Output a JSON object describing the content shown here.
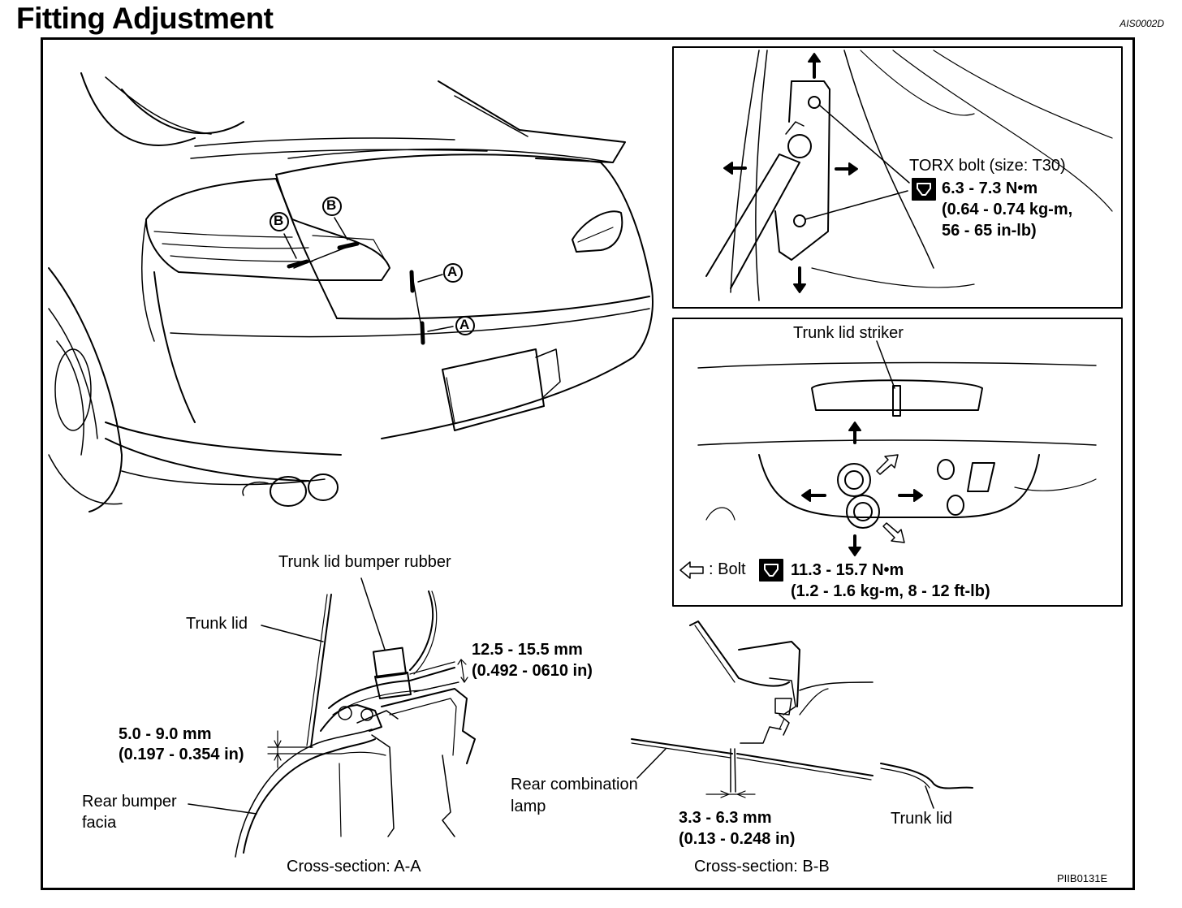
{
  "page": {
    "title": "Fitting Adjustment",
    "ref_code": "AIS0002D",
    "figure_code": "PIIB0131E"
  },
  "main_view": {
    "marker_a": "A",
    "marker_b": "B"
  },
  "torx_panel": {
    "bolt_label": "TORX bolt (size: T30)",
    "torque_line1": "6.3 - 7.3 N•m",
    "torque_line2": "(0.64 - 0.74 kg-m,",
    "torque_line3": "56 - 65 in-lb)",
    "wrench_icon": "torque-wrench-icon"
  },
  "striker_panel": {
    "striker_label": "Trunk lid striker",
    "bolt_legend": ": Bolt",
    "torque_line1": "11.3 - 15.7 N•m",
    "torque_line2": "(1.2 - 1.6 kg-m, 8 - 12 ft-lb)",
    "wrench_icon": "torque-wrench-icon",
    "arrow_icon": "hollow-arrow-left-icon"
  },
  "section_aa": {
    "bumper_rubber_label": "Trunk lid bumper rubber",
    "trunk_lid_label": "Trunk lid",
    "gap_upper_line1": "12.5 - 15.5 mm",
    "gap_upper_line2": "(0.492 - 0610 in)",
    "gap_lower_line1": "5.0 - 9.0 mm",
    "gap_lower_line2": "(0.197 - 0.354 in)",
    "bumper_label_line1": "Rear bumper",
    "bumper_label_line2": "facia",
    "caption": "Cross-section: A-A"
  },
  "section_bb": {
    "lamp_label_line1": "Rear combination",
    "lamp_label_line2": "lamp",
    "gap_line1": "3.3 - 6.3 mm",
    "gap_line2": "(0.13 - 0.248 in)",
    "trunk_lid_label": "Trunk lid",
    "caption": "Cross-section: B-B"
  }
}
